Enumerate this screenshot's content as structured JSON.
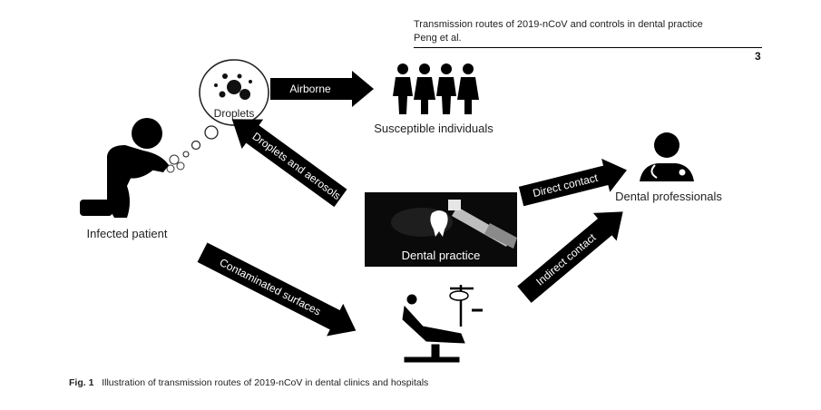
{
  "header": {
    "running_title": "Transmission routes of 2019-nCoV and controls in dental practice",
    "authors": "Peng et al.",
    "page_number": "3"
  },
  "figure": {
    "labels": {
      "droplets": "Droplets",
      "susceptible": "Susceptible individuals",
      "infected": "Infected patient",
      "dental_practice": "Dental practice",
      "dental_professionals": "Dental professionals"
    },
    "arrows": {
      "airborne": "Airborne",
      "droplets_aerosols": "Droplets and aerosols",
      "direct_contact": "Direct contact",
      "indirect_contact": "Indirect contact",
      "contaminated_surfaces": "Contaminated surfaces"
    }
  },
  "caption": {
    "label": "Fig. 1",
    "text": "Illustration of transmission routes of 2019-nCoV in dental clinics and hospitals"
  }
}
